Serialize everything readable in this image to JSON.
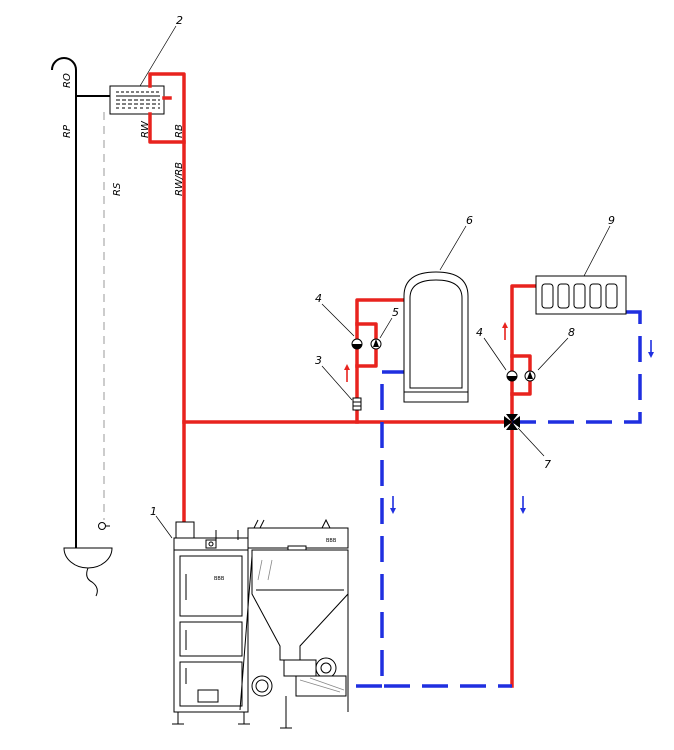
{
  "labels": {
    "boiler": "1",
    "expansion_tank": "2",
    "filter": "3",
    "pump_left": "4",
    "valve_left": "5",
    "storage_tank": "6",
    "mixing_valve": "7",
    "valve_right": "8",
    "radiator": "9",
    "pump_right": "4"
  },
  "pipe_labels": {
    "ro": "RO",
    "rp": "RP",
    "rs": "RS",
    "rw": "RW",
    "rb": "RB",
    "rw_rb": "RW/RB"
  },
  "nameplate": {
    "boiler": "BBB",
    "feeder": "BBB"
  },
  "colors": {
    "supply": "#e8231e",
    "return": "#1f2fe0",
    "line": "#000000"
  }
}
